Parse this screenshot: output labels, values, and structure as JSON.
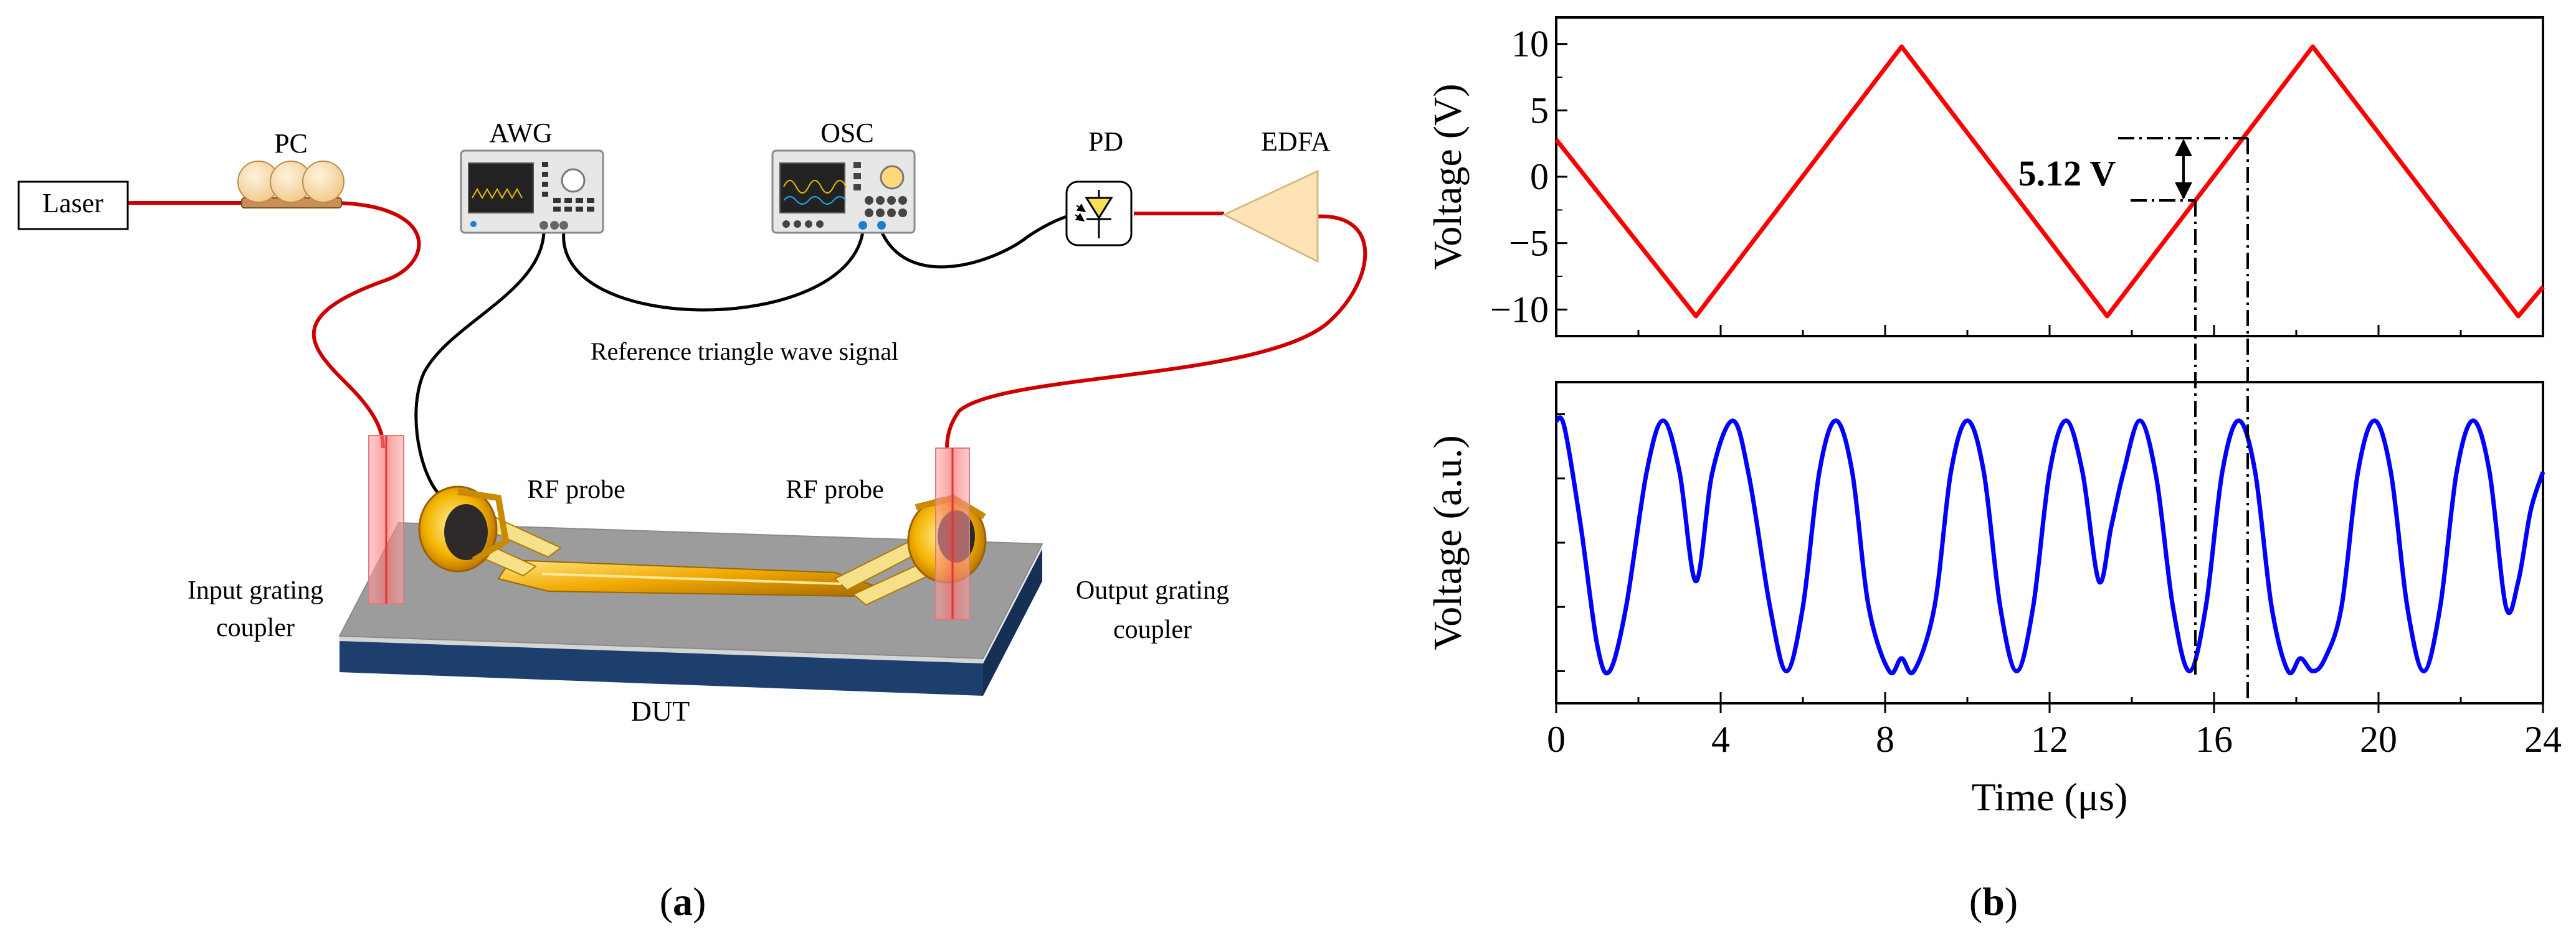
{
  "schematic": {
    "laser": "Laser",
    "pc": "PC",
    "awg": "AWG",
    "osc": "OSC",
    "pd": "PD",
    "edfa": "EDFA",
    "reference_signal": "Reference triangle wave signal",
    "rf_probe_left": "RF probe",
    "rf_probe_right": "RF probe",
    "input_coupler_line1": "Input grating",
    "input_coupler_line2": "coupler",
    "output_coupler_line1": "Output grating",
    "output_coupler_line2": "coupler",
    "dut": "DUT",
    "panel_label_open": "(",
    "panel_label_letter": "a",
    "panel_label_close": ")"
  },
  "plots": {
    "panel_label_open": "(",
    "panel_label_letter": "b",
    "panel_label_close": ")",
    "annotation": "5.12 V",
    "colors": {
      "top": "#ff0000",
      "bottom": "#0000ff",
      "axis": "#000000"
    }
  },
  "chart_data": [
    {
      "type": "line",
      "xlabel": "",
      "ylabel": "Voltage (V)",
      "xlim": [
        0,
        24
      ],
      "ylim": [
        -12,
        12
      ],
      "y_ticks": [
        10,
        5,
        0,
        -5,
        -10
      ],
      "y_tick_labels": [
        "10",
        "5",
        "0",
        "−5",
        "−10"
      ],
      "grid": false,
      "series": [
        {
          "color": "#ff0000",
          "x": [
            0,
            3.4,
            8.4,
            13.4,
            18.4,
            23.4,
            24
          ],
          "y": [
            2.8,
            -10.5,
            9.8,
            -10.5,
            9.8,
            -10.5,
            -8.3
          ]
        }
      ]
    },
    {
      "type": "line",
      "xlabel": "Time (μs)",
      "ylabel": "Voltage (a.u.)",
      "xlim": [
        0,
        24
      ],
      "ylim": [
        0,
        1
      ],
      "x_ticks": [
        0,
        4,
        8,
        12,
        16,
        20,
        24
      ],
      "x_tick_labels": [
        "0",
        "4",
        "8",
        "12",
        "16",
        "20",
        "24"
      ],
      "grid": false,
      "series": [
        {
          "color": "#0000ff",
          "x": [
            0,
            0.2,
            0.6,
            1.0,
            1.3,
            1.7,
            2.2,
            2.6,
            3.0,
            3.4,
            3.8,
            4.3,
            4.7,
            5.2,
            5.6,
            6.0,
            6.4,
            6.8,
            7.2,
            7.6,
            8.1,
            8.4,
            8.7,
            9.2,
            9.6,
            10.0,
            10.4,
            10.8,
            11.2,
            11.6,
            12.0,
            12.4,
            12.8,
            13.2,
            13.5,
            13.8,
            14.2,
            14.6,
            15.0,
            15.4,
            15.8,
            16.2,
            16.6,
            17.0,
            17.4,
            17.8,
            18.1,
            18.4,
            18.7,
            19.1,
            19.5,
            19.9,
            20.3,
            20.7,
            21.1,
            21.5,
            21.9,
            22.3,
            22.7,
            23.1,
            23.4,
            23.7,
            24.0
          ],
          "y": [
            0.88,
            0.86,
            0.55,
            0.18,
            0.1,
            0.3,
            0.72,
            0.88,
            0.72,
            0.38,
            0.72,
            0.88,
            0.7,
            0.3,
            0.1,
            0.3,
            0.72,
            0.88,
            0.72,
            0.3,
            0.1,
            0.14,
            0.1,
            0.3,
            0.72,
            0.88,
            0.72,
            0.3,
            0.1,
            0.3,
            0.72,
            0.88,
            0.72,
            0.38,
            0.55,
            0.72,
            0.88,
            0.7,
            0.3,
            0.1,
            0.3,
            0.72,
            0.88,
            0.72,
            0.3,
            0.1,
            0.14,
            0.1,
            0.14,
            0.3,
            0.72,
            0.88,
            0.72,
            0.3,
            0.1,
            0.3,
            0.72,
            0.88,
            0.72,
            0.3,
            0.38,
            0.6,
            0.72
          ]
        }
      ]
    }
  ]
}
